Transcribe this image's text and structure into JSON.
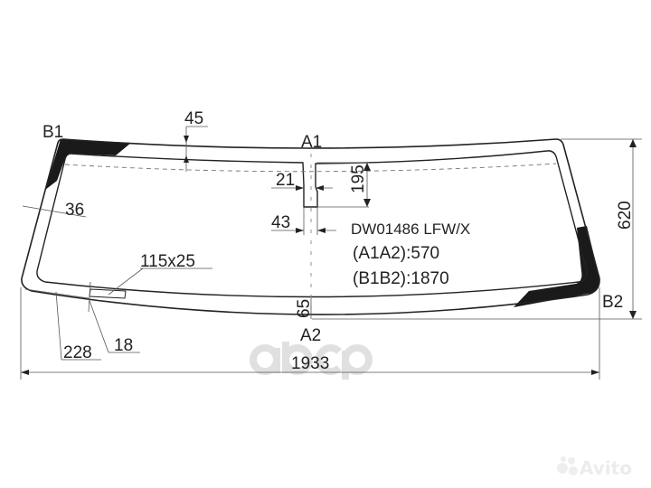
{
  "diagram": {
    "part_code": "DW01486 LFW/X",
    "a1a2": "(A1A2):570",
    "b1b2": "(B1B2):1870",
    "points": {
      "b1": "B1",
      "b2": "B2",
      "a1": "A1",
      "a2": "A2"
    },
    "dimensions": {
      "top_band": "45",
      "slot_width": "21",
      "slot_depth": "195",
      "side_band": "36",
      "slot_bottom_width": "43",
      "total_height": "620",
      "sensor_area": "115x25",
      "bottom_band": "65",
      "corner_offset": "228",
      "small_offset": "18",
      "total_width": "1933"
    },
    "colors": {
      "line": "#222222",
      "shade": "#1a1a1a",
      "watermark": "#d8d8d8"
    }
  },
  "watermarks": {
    "center_logo": "abcp",
    "corner_logo": "Avito"
  }
}
